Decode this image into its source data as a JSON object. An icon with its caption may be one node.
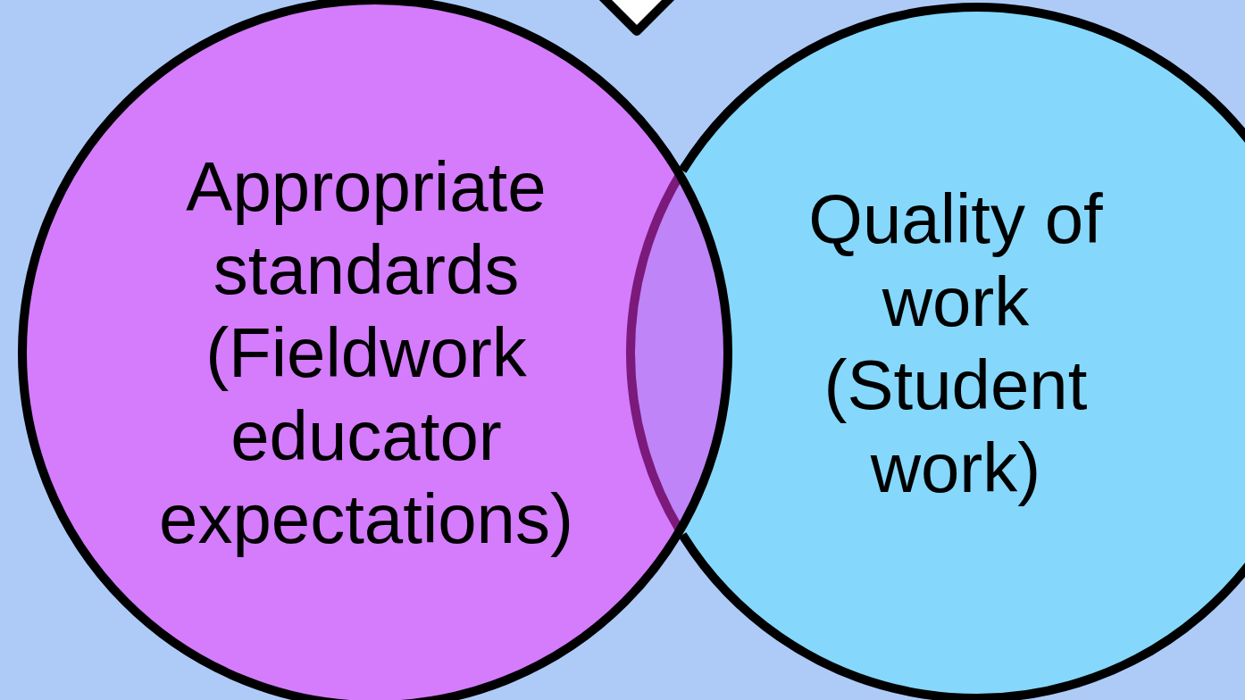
{
  "diagram": {
    "nodes": [
      {
        "text": [],
        "shape": "diamond"
      },
      {
        "text": [
          "Appropriate standards (Fieldwork educator expectations)"
        ]
      },
      {
        "text": [
          "Quality of work (Student work)"
        ]
      }
    ]
  }
}
